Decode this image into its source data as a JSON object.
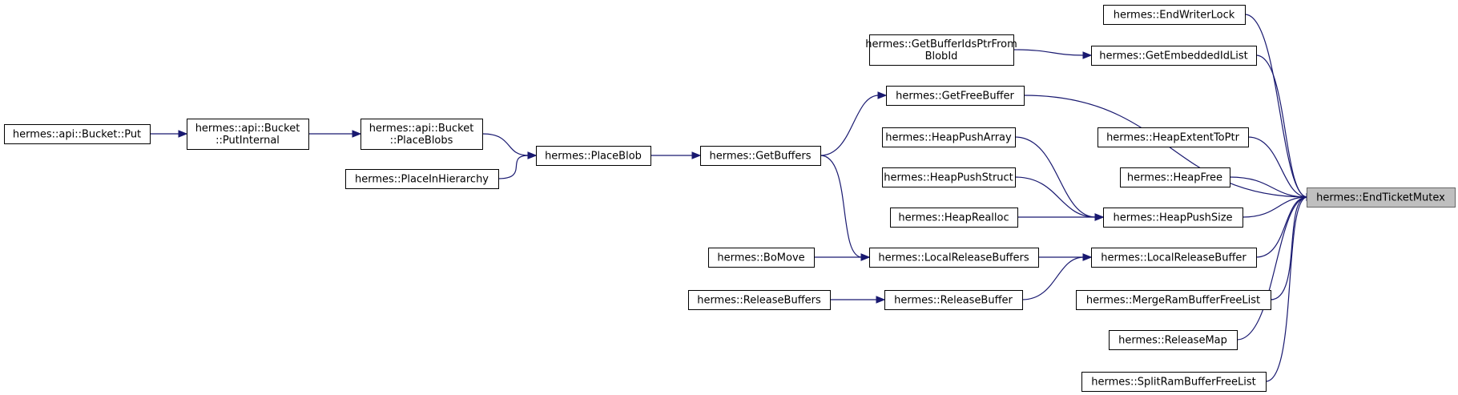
{
  "graph": {
    "nodes": {
      "endticketmutex": {
        "lines": [
          "hermes::EndTicketMutex"
        ]
      },
      "endwriterlock": {
        "lines": [
          "hermes::EndWriterLock"
        ]
      },
      "getembeddedidlist": {
        "lines": [
          "hermes::GetEmbeddedIdList"
        ]
      },
      "getbufferidsptrfromblobid": {
        "lines": [
          "hermes::GetBufferIdsPtrFrom",
          "BlobId"
        ]
      },
      "getfreebuffer": {
        "lines": [
          "hermes::GetFreeBuffer"
        ]
      },
      "heapextenttoptr": {
        "lines": [
          "hermes::HeapExtentToPtr"
        ]
      },
      "heapfree": {
        "lines": [
          "hermes::HeapFree"
        ]
      },
      "heappushsize": {
        "lines": [
          "hermes::HeapPushSize"
        ]
      },
      "heappusharray": {
        "lines": [
          "hermes::HeapPushArray"
        ]
      },
      "heappushstruct": {
        "lines": [
          "hermes::HeapPushStruct"
        ]
      },
      "heaprealloc": {
        "lines": [
          "hermes::HeapRealloc"
        ]
      },
      "localreleasebuffer": {
        "lines": [
          "hermes::LocalReleaseBuffer"
        ]
      },
      "localreleasebuffers": {
        "lines": [
          "hermes::LocalReleaseBuffers"
        ]
      },
      "releasebuffer": {
        "lines": [
          "hermes::ReleaseBuffer"
        ]
      },
      "releasebuffers": {
        "lines": [
          "hermes::ReleaseBuffers"
        ]
      },
      "bomove": {
        "lines": [
          "hermes::BoMove"
        ]
      },
      "getbuffers": {
        "lines": [
          "hermes::GetBuffers"
        ]
      },
      "placeblob": {
        "lines": [
          "hermes::PlaceBlob"
        ]
      },
      "placeblobs": {
        "lines": [
          "hermes::api::Bucket",
          "::PlaceBlobs"
        ]
      },
      "placeinhierarchy": {
        "lines": [
          "hermes::PlaceInHierarchy"
        ]
      },
      "putinternal": {
        "lines": [
          "hermes::api::Bucket",
          "::PutInternal"
        ]
      },
      "bucketput": {
        "lines": [
          "hermes::api::Bucket::Put"
        ]
      },
      "mergerambufferfreelist": {
        "lines": [
          "hermes::MergeRamBufferFreeList"
        ]
      },
      "releasemap": {
        "lines": [
          "hermes::ReleaseMap"
        ]
      },
      "splitrambufferfreelist": {
        "lines": [
          "hermes::SplitRamBufferFreeList"
        ]
      }
    },
    "edges": [
      {
        "from": "endwriterlock",
        "to": "endticketmutex"
      },
      {
        "from": "getembeddedidlist",
        "to": "endticketmutex"
      },
      {
        "from": "getbufferidsptrfromblobid",
        "to": "getembeddedidlist"
      },
      {
        "from": "getfreebuffer",
        "to": "endticketmutex"
      },
      {
        "from": "getbuffers",
        "to": "getfreebuffer"
      },
      {
        "from": "heapextenttoptr",
        "to": "endticketmutex"
      },
      {
        "from": "heapfree",
        "to": "endticketmutex"
      },
      {
        "from": "heappushsize",
        "to": "endticketmutex"
      },
      {
        "from": "heappusharray",
        "to": "heappushsize"
      },
      {
        "from": "heappushstruct",
        "to": "heappushsize"
      },
      {
        "from": "heaprealloc",
        "to": "heappushsize"
      },
      {
        "from": "localreleasebuffer",
        "to": "endticketmutex"
      },
      {
        "from": "localreleasebuffers",
        "to": "localreleasebuffer"
      },
      {
        "from": "releasebuffer",
        "to": "localreleasebuffer"
      },
      {
        "from": "getbuffers",
        "to": "localreleasebuffers"
      },
      {
        "from": "bomove",
        "to": "localreleasebuffers"
      },
      {
        "from": "releasebuffers",
        "to": "releasebuffer"
      },
      {
        "from": "placeblob",
        "to": "getbuffers"
      },
      {
        "from": "placeblobs",
        "to": "placeblob"
      },
      {
        "from": "placeinhierarchy",
        "to": "placeblob"
      },
      {
        "from": "putinternal",
        "to": "placeblobs"
      },
      {
        "from": "bucketput",
        "to": "putinternal"
      },
      {
        "from": "mergerambufferfreelist",
        "to": "endticketmutex"
      },
      {
        "from": "releasemap",
        "to": "endticketmutex"
      },
      {
        "from": "splitrambufferfreelist",
        "to": "endticketmutex"
      }
    ]
  }
}
